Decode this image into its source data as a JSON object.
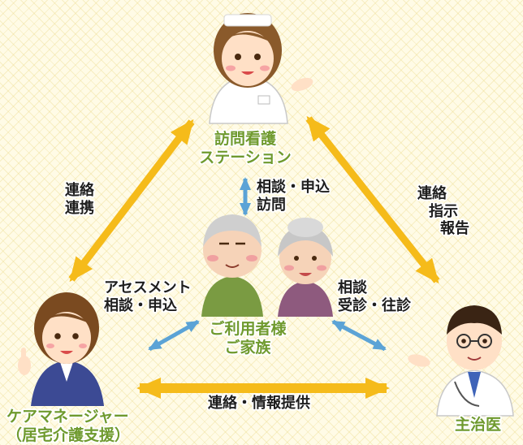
{
  "nodes": {
    "nurse_station": {
      "line1": "訪問看護",
      "line2": "ステーション"
    },
    "care_manager": {
      "line1": "ケアマネージャー",
      "line2": "（居宅介護支援）"
    },
    "doctor": {
      "label": "主治医"
    },
    "user_family": {
      "line1": "ご利用者様",
      "line2": "ご家族"
    }
  },
  "edges": {
    "nurse_to_care_manager": {
      "line1": "連絡",
      "line2": "連携"
    },
    "nurse_to_doctor": {
      "line1": "連絡",
      "line2": "指示",
      "line3": "報告"
    },
    "nurse_to_user": {
      "line1": "相談・申込",
      "line2": "訪問"
    },
    "care_manager_to_user": {
      "line1": "アセスメント",
      "line2": "相談・申込"
    },
    "doctor_to_user": {
      "line1": "相談",
      "line2": "受診・往診"
    },
    "care_manager_to_doctor": {
      "label": "連絡・情報提供"
    }
  },
  "colors": {
    "main_arrow": "#f5bb1a",
    "small_arrow": "#5ba3d6",
    "node_label": "#6f9a2e",
    "edge_label": "#1e1e1e"
  }
}
